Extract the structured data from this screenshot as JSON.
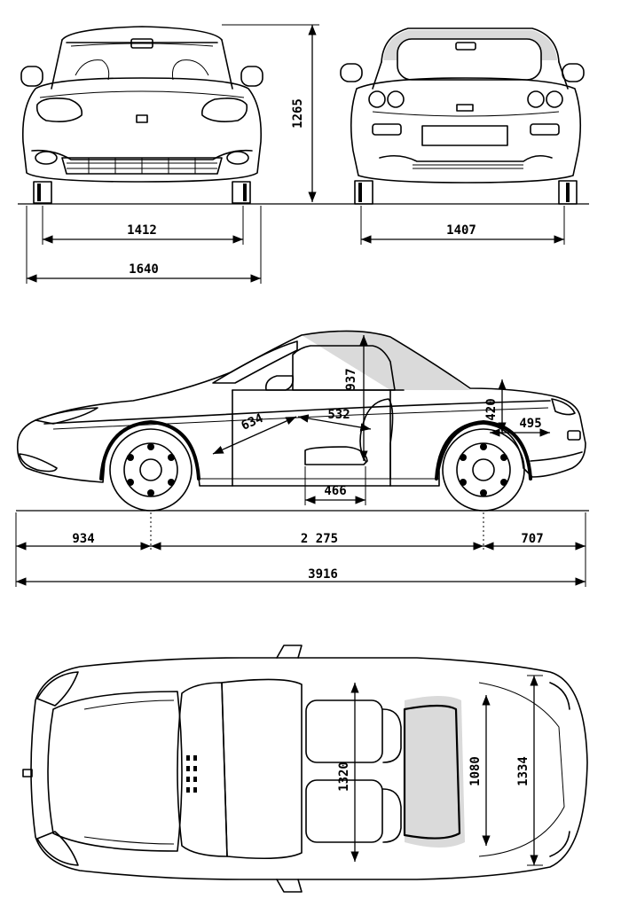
{
  "front_view": {
    "track": "1412",
    "width": "1640",
    "height": "1265"
  },
  "rear_view": {
    "track": "1407"
  },
  "side_view": {
    "front_overhang": "934",
    "wheelbase": "2 275",
    "rear_overhang": "707",
    "length": "3916",
    "headroom": "937",
    "seat_to_pedals": "634",
    "door_dimension": "532",
    "seat_depth": "466",
    "boot_height": "420",
    "boot_length": "495"
  },
  "top_view": {
    "cabin_width": "1320",
    "rear_inner_width": "1080",
    "rear_width": "1334"
  }
}
